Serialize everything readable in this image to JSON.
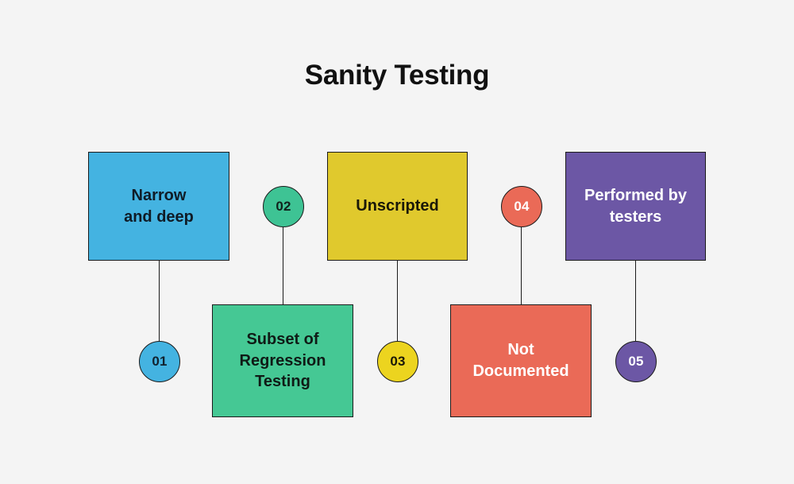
{
  "title": "Sanity Testing",
  "background_color": "#f4f4f4",
  "title_color": "#111111",
  "outline_color": "#1b1b1b",
  "items": [
    {
      "number": "01",
      "box_label": "Narrow\nand deep",
      "box_color": "#44b3e1",
      "box_text_color": "#0f1b26",
      "circle_color": "#44b3e1",
      "circle_text_color": "#11212e",
      "box_position": "top",
      "circle_position": "bottom"
    },
    {
      "number": "02",
      "box_label": "Subset of\nRegression\nTesting",
      "box_color": "#45c894",
      "box_text_color": "#0f1b16",
      "circle_color": "#3ec394",
      "circle_text_color": "#11211b",
      "box_position": "bottom",
      "circle_position": "top"
    },
    {
      "number": "03",
      "box_label": "Unscripted",
      "box_color": "#e0c92d",
      "box_text_color": "#1a1808",
      "circle_color": "#ecd41f",
      "circle_text_color": "#1a1808",
      "box_position": "top",
      "circle_position": "bottom"
    },
    {
      "number": "04",
      "box_label": "Not\nDocumented",
      "box_color": "#ea6a57",
      "box_text_color": "#ffffff",
      "circle_color": "#ea6a57",
      "circle_text_color": "#ffffff",
      "box_position": "bottom",
      "circle_position": "top"
    },
    {
      "number": "05",
      "box_label": "Performed by\ntesters",
      "box_color": "#6c57a5",
      "box_text_color": "#ffffff",
      "circle_color": "#6c57a5",
      "circle_text_color": "#ffffff",
      "box_position": "top",
      "circle_position": "bottom"
    }
  ]
}
